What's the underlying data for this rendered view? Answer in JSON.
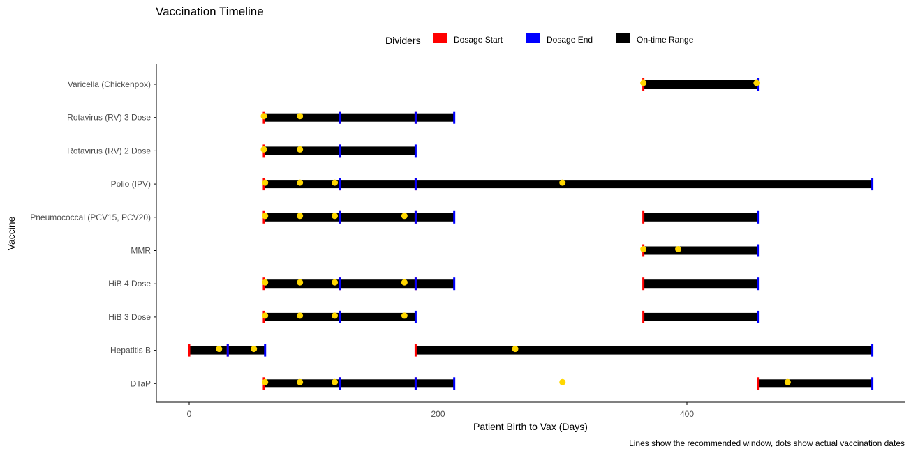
{
  "chart_data": {
    "type": "timeline",
    "title": "Vaccination Timeline",
    "xlabel": "Patient Birth to Vax (Days)",
    "ylabel": "Vaccine",
    "caption": "Lines show the recommended window, dots show actual vaccination dates",
    "xlim": [
      -35,
      571
    ],
    "x_ticks": [
      0,
      200,
      400
    ],
    "grid": false,
    "legend": {
      "title": "Dividers",
      "position": "top",
      "entries": [
        {
          "label": "Dosage Start",
          "color": "#ff0000"
        },
        {
          "label": "Dosage End",
          "color": "#0000ff"
        },
        {
          "label": "On-time Range",
          "color": "#000000"
        }
      ]
    },
    "colors": {
      "range": "#000000",
      "start": "#ff0000",
      "end": "#0000ff",
      "dot": "#ffd700",
      "axis": "#000000",
      "tick_label": "#4d4d4d"
    },
    "categories": [
      "Varicella (Chickenpox)",
      "Rotavirus (RV) 3 Dose",
      "Rotavirus (RV) 2 Dose",
      "Polio (IPV)",
      "Pneumococcal (PCV15, PCV20)",
      "MMR",
      "HiB 4 Dose",
      "HiB 3 Dose",
      "Hepatitis B",
      "DTaP"
    ],
    "series": [
      {
        "category": "Varicella (Chickenpox)",
        "ranges": [
          [
            365,
            457
          ]
        ],
        "dots": [
          365,
          456
        ]
      },
      {
        "category": "Rotavirus (RV) 3 Dose",
        "ranges": [
          [
            60,
            121
          ],
          [
            121,
            182
          ],
          [
            182,
            213
          ]
        ],
        "dots": [
          60,
          89
        ]
      },
      {
        "category": "Rotavirus (RV) 2 Dose",
        "ranges": [
          [
            60,
            121
          ],
          [
            121,
            182
          ]
        ],
        "dots": [
          60,
          89
        ]
      },
      {
        "category": "Polio (IPV)",
        "ranges": [
          [
            60,
            121
          ],
          [
            121,
            182
          ],
          [
            182,
            549
          ]
        ],
        "dots": [
          61,
          89,
          117,
          300
        ]
      },
      {
        "category": "Pneumococcal (PCV15, PCV20)",
        "ranges": [
          [
            60,
            121
          ],
          [
            121,
            182
          ],
          [
            182,
            213
          ],
          [
            365,
            457
          ]
        ],
        "dots": [
          61,
          89,
          117,
          173
        ]
      },
      {
        "category": "MMR",
        "ranges": [
          [
            365,
            457
          ]
        ],
        "dots": [
          365,
          393
        ]
      },
      {
        "category": "HiB 4 Dose",
        "ranges": [
          [
            60,
            121
          ],
          [
            121,
            182
          ],
          [
            182,
            213
          ],
          [
            365,
            457
          ]
        ],
        "dots": [
          61,
          89,
          117,
          173
        ]
      },
      {
        "category": "HiB 3 Dose",
        "ranges": [
          [
            60,
            121
          ],
          [
            121,
            182
          ],
          [
            365,
            457
          ]
        ],
        "dots": [
          61,
          89,
          117,
          173
        ]
      },
      {
        "category": "Hepatitis B",
        "ranges": [
          [
            0,
            31
          ],
          [
            31,
            61
          ],
          [
            182,
            549
          ]
        ],
        "dots": [
          24,
          52,
          262
        ]
      },
      {
        "category": "DTaP",
        "ranges": [
          [
            60,
            121
          ],
          [
            121,
            182
          ],
          [
            182,
            213
          ],
          [
            457,
            549
          ]
        ],
        "dots": [
          61,
          89,
          117,
          300,
          481
        ]
      }
    ]
  }
}
